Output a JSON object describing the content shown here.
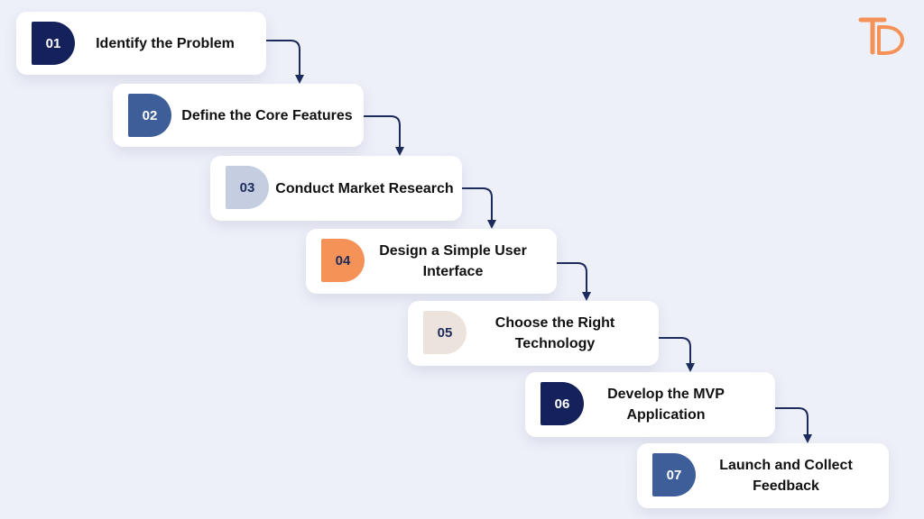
{
  "steps": [
    {
      "number": "01",
      "title": "Identify the Problem",
      "badge_color": "#15215a",
      "number_color": "#ffffff"
    },
    {
      "number": "02",
      "title": "Define the Core Features",
      "badge_color": "#3e5e9a",
      "number_color": "#ffffff"
    },
    {
      "number": "03",
      "title": "Conduct Market Research",
      "badge_color": "#c4cee0",
      "number_color": "#1d2a5c"
    },
    {
      "number": "04",
      "title": "Design a Simple User\nInterface",
      "badge_color": "#f49258",
      "number_color": "#1d2a5c"
    },
    {
      "number": "05",
      "title": "Choose the Right\nTechnology",
      "badge_color": "#ece3dc",
      "number_color": "#1d2a5c"
    },
    {
      "number": "06",
      "title": "Develop the MVP\nApplication",
      "badge_color": "#15215a",
      "number_color": "#ffffff"
    },
    {
      "number": "07",
      "title": "Launch and Collect\nFeedback",
      "badge_color": "#3e5e9a",
      "number_color": "#ffffff"
    }
  ],
  "colors": {
    "background": "#eef0f8",
    "card": "#ffffff",
    "connector": "#1d2a5c",
    "logo": "#f49258"
  },
  "logo": {
    "icon": "td-monogram-logo",
    "text": "TD"
  }
}
